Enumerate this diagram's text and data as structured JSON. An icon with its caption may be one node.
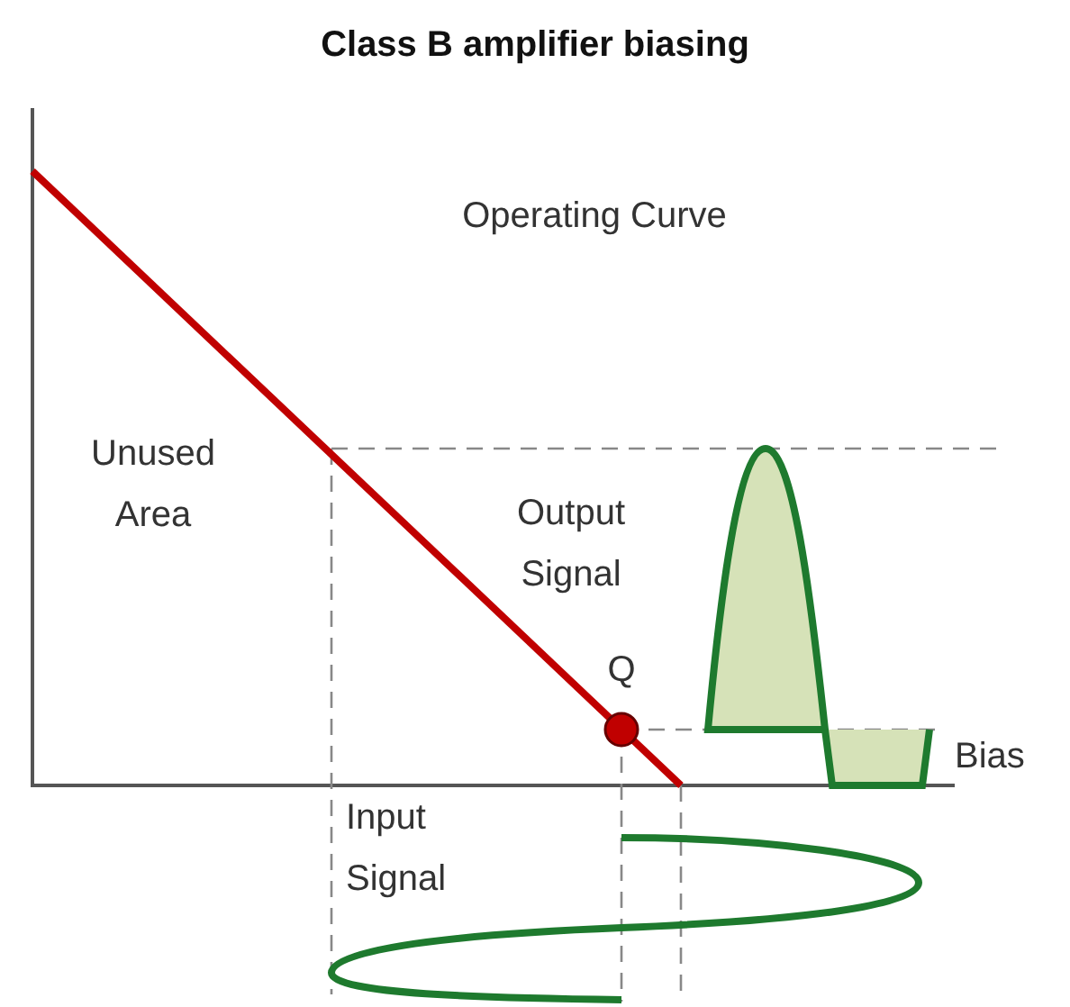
{
  "diagram": {
    "title": "Class B amplifier biasing",
    "labels": [
      "Operating Curve",
      "Unused Area",
      "Output Signal",
      "Q",
      "Bias",
      "Input Signal"
    ]
  }
}
